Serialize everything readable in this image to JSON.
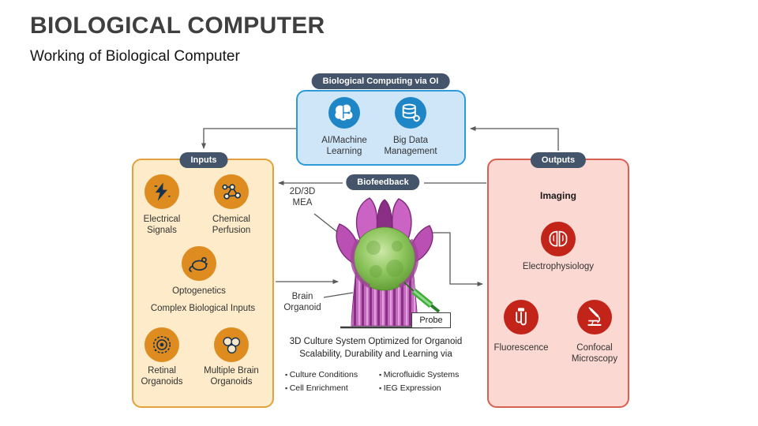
{
  "slide": {
    "title": "BIOLOGICAL COMPUTER",
    "subtitle": "Working of Biological Computer"
  },
  "computing": {
    "badge": "Biological Computing via OI",
    "items": [
      {
        "label": "AI/Machine Learning",
        "icon": "brain-circuit-icon"
      },
      {
        "label": "Big Data Management",
        "icon": "database-gear-icon"
      }
    ]
  },
  "inputs": {
    "badge": "Inputs",
    "subheading": "Complex Biological Inputs",
    "items": [
      {
        "label": "Electrical Signals",
        "icon": "lightning-icon"
      },
      {
        "label": "Chemical Perfusion",
        "icon": "molecule-icon"
      },
      {
        "label": "Optogenetics",
        "icon": "lab-mouse-icon"
      },
      {
        "label": "Retinal Organoids",
        "icon": "retina-icon"
      },
      {
        "label": "Multiple Brain Organoids",
        "icon": "organoid-spheres-icon"
      }
    ]
  },
  "outputs": {
    "badge": "Outputs",
    "heading": "Imaging",
    "items": [
      {
        "label": "Electrophysiology",
        "icon": "brain-halves-icon"
      },
      {
        "label": "Fluorescence",
        "icon": "cfl-lamp-icon"
      },
      {
        "label": "Confocal Microscopy",
        "icon": "microscope-icon"
      }
    ]
  },
  "organoid": {
    "mea_label": "2D/3D MEA",
    "name_label": "Brain Organoid",
    "probe_label": "Probe",
    "biofeedback_badge": "Biofeedback",
    "caption_lines": [
      "3D Culture System Optimized for Organoid",
      "Scalability, Durability and Learning via"
    ],
    "bullets_left": [
      "Culture Conditions",
      "Cell Enrichment"
    ],
    "bullets_right": [
      "Microfluidic Systems",
      "IEG Expression"
    ]
  },
  "colors": {
    "badge_bg": "#44546A",
    "computing_fill": "#CEE6F8",
    "computing_border": "#2E9BD8",
    "computing_icon": "#1E86C7",
    "inputs_fill": "#FDEBC9",
    "inputs_border": "#E2A13B",
    "inputs_icon": "#DE8B20",
    "outputs_fill": "#FBD8D2",
    "outputs_border": "#D95F50",
    "outputs_icon": "#C3241A",
    "connector": "#595959",
    "organoid_petal": "#CA63C4",
    "organoid_sphere": "#8CC45C",
    "title_text": "#3F3F3F"
  }
}
